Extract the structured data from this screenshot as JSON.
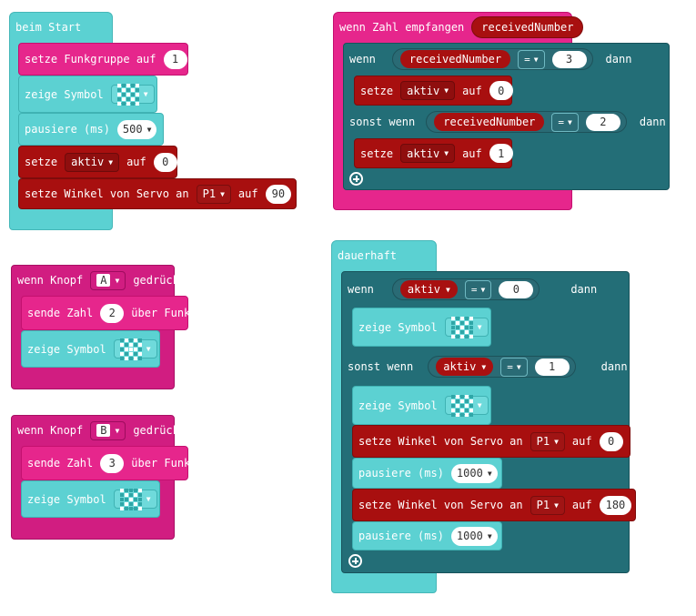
{
  "beim_start": {
    "hat": "beim Start",
    "funkgruppe_label": "setze Funkgruppe auf",
    "funkgruppe_value": "1",
    "zeige_symbol_label": "zeige Symbol",
    "pausiere_label": "pausiere (ms)",
    "pausiere_value": "500",
    "setze_label": "setze",
    "setze_var": "aktiv",
    "setze_auf": "auf",
    "setze_value": "0",
    "servo_label": "setze Winkel von Servo an",
    "servo_pin": "P1",
    "servo_auf": "auf",
    "servo_value": "90",
    "servo_unit": "°"
  },
  "knopf_a": {
    "hat_prefix": "wenn Knopf",
    "button": "A",
    "hat_suffix": "gedrückt",
    "sende_label": "sende Zahl",
    "sende_value": "2",
    "sende_suffix": "über Funk",
    "zeige_symbol_label": "zeige Symbol"
  },
  "knopf_b": {
    "hat_prefix": "wenn Knopf",
    "button": "B",
    "hat_suffix": "gedrückt",
    "sende_label": "sende Zahl",
    "sende_value": "3",
    "sende_suffix": "über Funk",
    "zeige_symbol_label": "zeige Symbol"
  },
  "empfangen": {
    "hat": "wenn Zahl empfangen",
    "param": "receivedNumber",
    "wenn": "wenn",
    "var1": "receivedNumber",
    "op1": "=",
    "val1": "3",
    "dann": "dann",
    "setze1": "setze",
    "setze1_var": "aktiv",
    "setze1_auf": "auf",
    "setze1_val": "0",
    "sonst_wenn": "sonst wenn",
    "var2": "receivedNumber",
    "op2": "=",
    "val2": "2",
    "dann2": "dann",
    "setze2": "setze",
    "setze2_var": "aktiv",
    "setze2_auf": "auf",
    "setze2_val": "1"
  },
  "dauerhaft": {
    "hat": "dauerhaft",
    "wenn": "wenn",
    "var1": "aktiv",
    "op1": "=",
    "val1": "0",
    "dann": "dann",
    "zeige1": "zeige Symbol",
    "sonst_wenn": "sonst wenn",
    "var2": "aktiv",
    "op2": "=",
    "val2": "1",
    "dann2": "dann",
    "zeige2": "zeige Symbol",
    "servo1_label": "setze Winkel von Servo an",
    "servo1_pin": "P1",
    "servo1_auf": "auf",
    "servo1_val": "0",
    "servo1_unit": "°",
    "pause1_label": "pausiere (ms)",
    "pause1_val": "1000",
    "servo2_label": "setze Winkel von Servo an",
    "servo2_pin": "P1",
    "servo2_auf": "auf",
    "servo2_val": "180",
    "servo2_unit": "°",
    "pause2_label": "pausiere (ms)",
    "pause2_val": "1000"
  },
  "icons": {
    "led_grid": "led-grid-icon",
    "dropdown": "caret-down-icon",
    "remove": "minus-circle-icon",
    "add": "plus-circle-icon"
  },
  "colors": {
    "basic_teal": "#5bd1d2",
    "radio_pink": "#e6268c",
    "input_magenta": "#d11d81",
    "variable_red": "#a80f0f",
    "logic_dark": "#236e77"
  },
  "led_patterns": {
    "start": [
      1,
      0,
      1,
      0,
      1,
      0,
      1,
      0,
      1,
      0,
      1,
      0,
      1,
      0,
      1,
      0,
      1,
      0,
      1,
      0,
      1,
      0,
      1,
      0,
      1
    ],
    "knopf_a": [
      0,
      1,
      0,
      1,
      0,
      1,
      0,
      1,
      0,
      1,
      0,
      1,
      1,
      1,
      0,
      1,
      0,
      1,
      0,
      1,
      0,
      1,
      0,
      1,
      0
    ],
    "knopf_b": [
      1,
      0,
      0,
      0,
      1,
      0,
      1,
      0,
      1,
      0,
      0,
      0,
      1,
      0,
      0,
      0,
      1,
      0,
      1,
      0,
      1,
      0,
      0,
      0,
      1
    ],
    "dauer1": [
      1,
      0,
      1,
      0,
      1,
      0,
      1,
      0,
      1,
      0,
      0,
      0,
      1,
      0,
      0,
      0,
      1,
      0,
      1,
      0,
      1,
      0,
      1,
      0,
      1
    ],
    "dauer2": [
      0,
      1,
      0,
      1,
      0,
      1,
      0,
      1,
      0,
      1,
      0,
      1,
      0,
      1,
      0,
      1,
      0,
      1,
      0,
      1,
      0,
      1,
      0,
      1,
      0
    ]
  }
}
